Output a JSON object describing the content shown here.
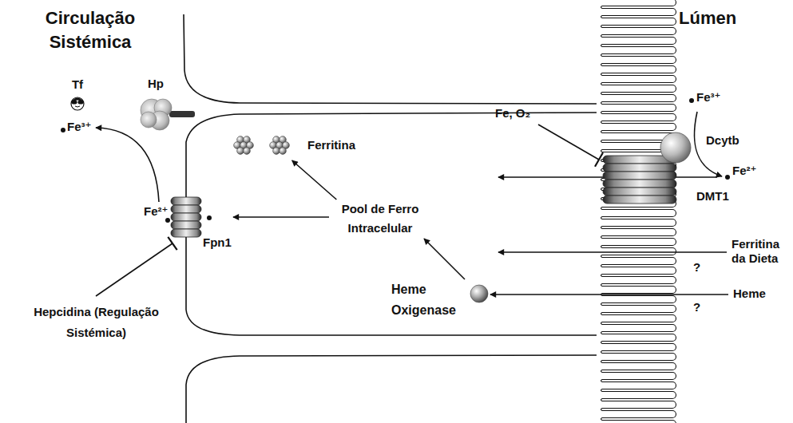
{
  "diagram": {
    "nodes": [
      {
        "text": [
          "Tf"
        ]
      },
      {
        "text": [
          "Hp"
        ]
      },
      {
        "text": [
          "Ferritina"
        ]
      },
      {
        "text": [
          "Dcytb"
        ]
      },
      {
        "text": [
          "DMT1"
        ]
      },
      {
        "text": [
          "Pool de Ferro Intracelular"
        ]
      },
      {
        "text": [
          "Fpn1"
        ]
      },
      {
        "text": [
          "Heme Oxigenase"
        ]
      }
    ],
    "edges": [
      {
        "from": 5,
        "to": 2,
        "arrow": "to"
      },
      {
        "from": 5,
        "to": 6,
        "arrow": "to"
      },
      {
        "from": 7,
        "to": 5,
        "arrow": "to"
      }
    ],
    "labels": [
      "Circulação Sistémica",
      "Lúmen",
      "Fe³⁺",
      "Fe²⁺",
      "Fe, O₂",
      "Ferritina da Dieta",
      "?",
      "Heme",
      "?",
      "Fe³⁺",
      "Fe²⁺",
      "Hepcidina (Regulação Sistémica)"
    ]
  }
}
